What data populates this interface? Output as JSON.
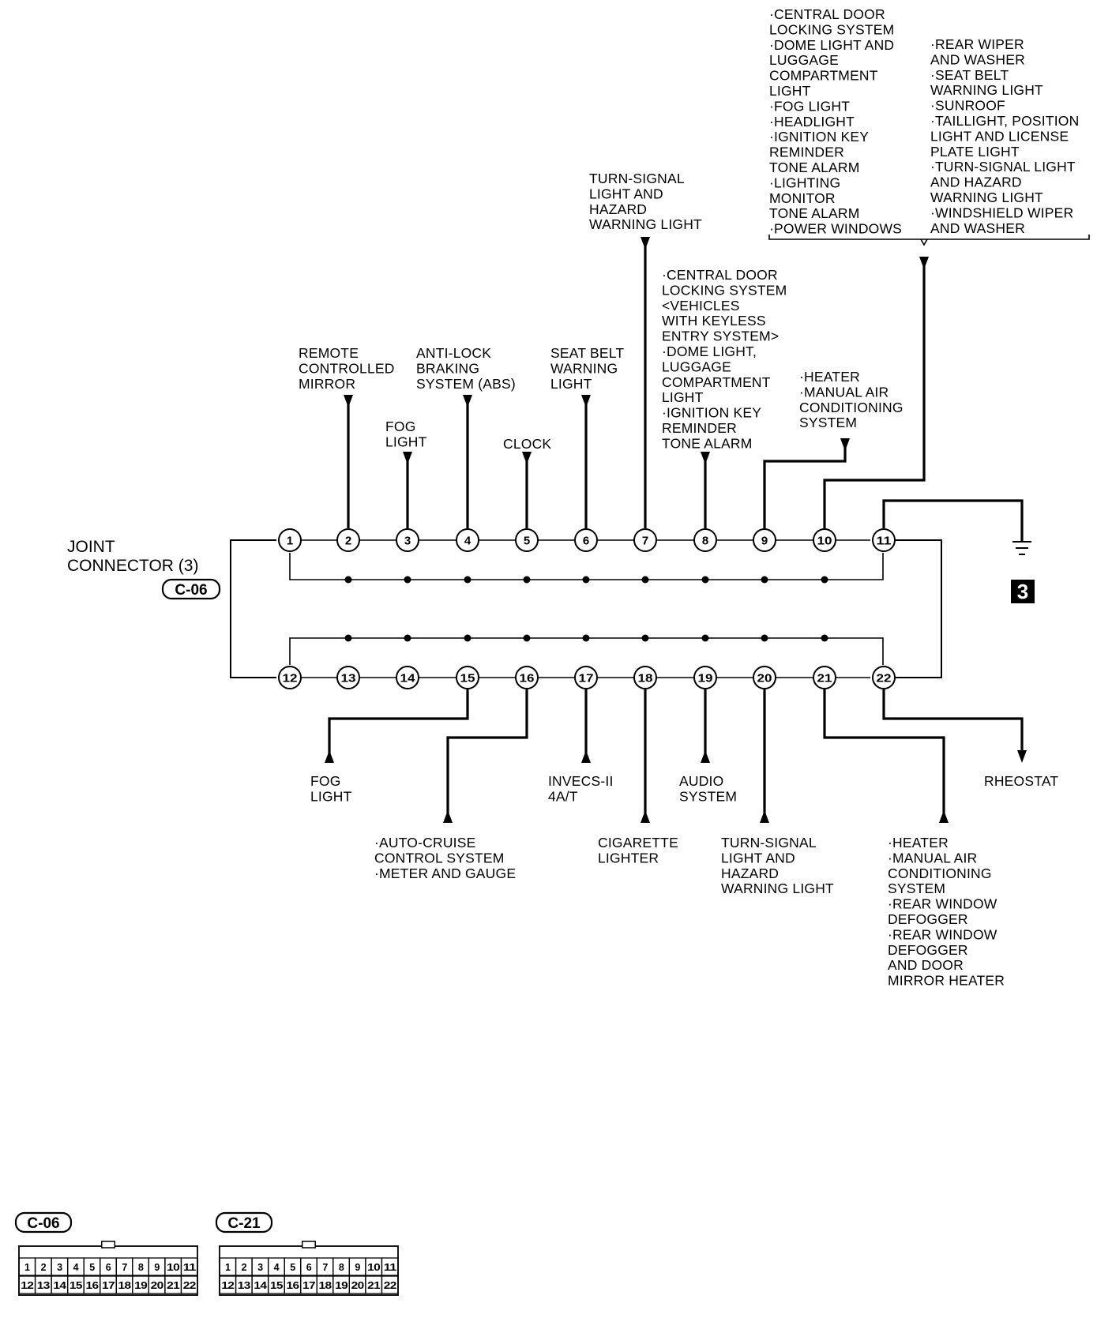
{
  "joint_connector": {
    "title_lines": [
      "JOINT",
      "CONNECTOR (3)"
    ],
    "code": "C-06"
  },
  "pins_top": [
    "1",
    "2",
    "3",
    "4",
    "5",
    "6",
    "7",
    "8",
    "9",
    "10",
    "11"
  ],
  "pins_bottom": [
    "12",
    "13",
    "14",
    "15",
    "16",
    "17",
    "18",
    "19",
    "20",
    "21",
    "22"
  ],
  "ground_badge": "3",
  "labels": [
    {
      "id": "remote-mirror",
      "lines": [
        "REMOTE",
        "CONTROLLED",
        "MIRROR"
      ]
    },
    {
      "id": "fog-light-top",
      "lines": [
        "FOG",
        "LIGHT"
      ]
    },
    {
      "id": "abs",
      "lines": [
        "ANTI-LOCK",
        "BRAKING",
        "SYSTEM (ABS)"
      ]
    },
    {
      "id": "clock",
      "lines": [
        "CLOCK"
      ]
    },
    {
      "id": "seat-belt",
      "lines": [
        "SEAT BELT",
        "WARNING",
        "LIGHT"
      ]
    },
    {
      "id": "turn-signal-top",
      "lines": [
        "TURN-SIGNAL",
        "LIGHT AND",
        "HAZARD",
        "WARNING LIGHT"
      ]
    },
    {
      "id": "central-door-keyless",
      "lines": [
        "·CENTRAL DOOR",
        "LOCKING SYSTEM",
        "<VEHICLES",
        "WITH KEYLESS",
        "ENTRY SYSTEM>",
        "·DOME LIGHT,",
        "LUGGAGE",
        "COMPARTMENT",
        "LIGHT",
        "·IGNITION KEY",
        "REMINDER",
        "TONE ALARM"
      ]
    },
    {
      "id": "heater-top",
      "lines": [
        "·HEATER",
        "·MANUAL AIR",
        "CONDITIONING",
        "SYSTEM"
      ]
    },
    {
      "id": "multi-left",
      "lines": [
        "·CENTRAL DOOR",
        "LOCKING SYSTEM",
        "·DOME LIGHT AND",
        "LUGGAGE",
        "COMPARTMENT",
        "LIGHT",
        "·FOG LIGHT",
        "·HEADLIGHT",
        "·IGNITION KEY",
        "REMINDER",
        "TONE ALARM",
        "·LIGHTING",
        "MONITOR",
        "TONE ALARM",
        "·POWER WINDOWS"
      ]
    },
    {
      "id": "multi-right",
      "lines": [
        "·REAR WIPER",
        "AND WASHER",
        "·SEAT BELT",
        "WARNING LIGHT",
        "·SUNROOF",
        "·TAILLIGHT, POSITION",
        "LIGHT AND LICENSE",
        "PLATE LIGHT",
        "·TURN-SIGNAL LIGHT",
        "AND HAZARD",
        "WARNING LIGHT",
        "·WINDSHIELD WIPER",
        "AND WASHER"
      ]
    },
    {
      "id": "fog-light-bottom",
      "lines": [
        "FOG",
        "LIGHT"
      ]
    },
    {
      "id": "auto-cruise",
      "lines": [
        "·AUTO-CRUISE",
        "CONTROL SYSTEM",
        "·METER AND GAUGE"
      ]
    },
    {
      "id": "invecs",
      "lines": [
        "INVECS-II",
        "4A/T"
      ]
    },
    {
      "id": "cigarette",
      "lines": [
        "CIGARETTE",
        "LIGHTER"
      ]
    },
    {
      "id": "audio",
      "lines": [
        "AUDIO",
        "SYSTEM"
      ]
    },
    {
      "id": "turn-signal-bottom",
      "lines": [
        "TURN-SIGNAL",
        "LIGHT AND",
        "HAZARD",
        "WARNING LIGHT"
      ]
    },
    {
      "id": "heater-bottom",
      "lines": [
        "·HEATER",
        "·MANUAL AIR",
        "CONDITIONING",
        "SYSTEM",
        "·REAR WINDOW",
        "DEFOGGER",
        "·REAR WINDOW",
        "DEFOGGER",
        "AND DOOR",
        "MIRROR HEATER"
      ]
    },
    {
      "id": "rheostat",
      "lines": [
        "RHEOSTAT"
      ]
    }
  ],
  "connector_diagrams": [
    {
      "code": "C-06",
      "row1": [
        "1",
        "2",
        "3",
        "4",
        "5",
        "6",
        "7",
        "8",
        "9",
        "10",
        "11"
      ],
      "row2": [
        "12",
        "13",
        "14",
        "15",
        "16",
        "17",
        "18",
        "19",
        "20",
        "21",
        "22"
      ]
    },
    {
      "code": "C-21",
      "row1": [
        "1",
        "2",
        "3",
        "4",
        "5",
        "6",
        "7",
        "8",
        "9",
        "10",
        "11"
      ],
      "row2": [
        "12",
        "13",
        "14",
        "15",
        "16",
        "17",
        "18",
        "19",
        "20",
        "21",
        "22"
      ]
    }
  ]
}
